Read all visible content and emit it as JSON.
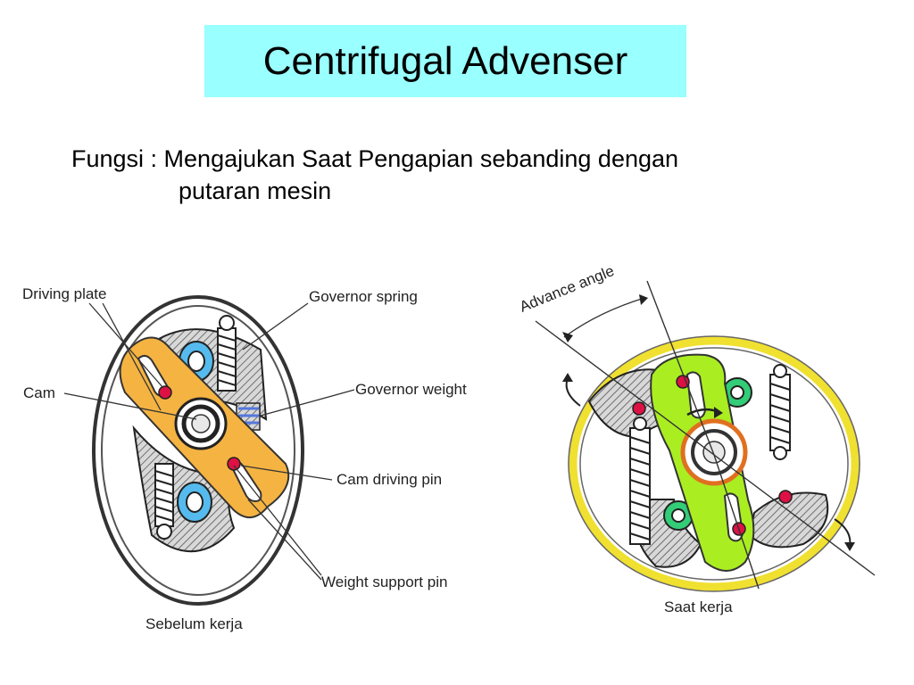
{
  "slide": {
    "title": "Centrifugal Advenser",
    "function_line1": "Fungsi : Mengajukan Saat Pengapian sebanding dengan",
    "function_line2": "putaran mesin"
  },
  "left_diagram": {
    "labels": {
      "driving_plate": "Driving plate",
      "cam": "Cam",
      "governor_spring": "Governor spring",
      "governor_weight": "Governor weight",
      "cam_driving_pin": "Cam driving pin",
      "weight_support_pin": "Weight support pin"
    },
    "caption": "Sebelum kerja"
  },
  "right_diagram": {
    "advance_angle_label": "Advance angle",
    "caption": "Saat kerja"
  },
  "colors": {
    "title_bg": "#99ffff",
    "plate_left": "#f5b342",
    "plate_right": "#aaee22",
    "bearing_blue": "#55bbee",
    "bearing_green": "#33cc77",
    "pin_red": "#dd1144",
    "ring_yellow": "#f0e030",
    "spring_stripe": "#5577dd",
    "cam_ring_orange": "#e07020"
  }
}
